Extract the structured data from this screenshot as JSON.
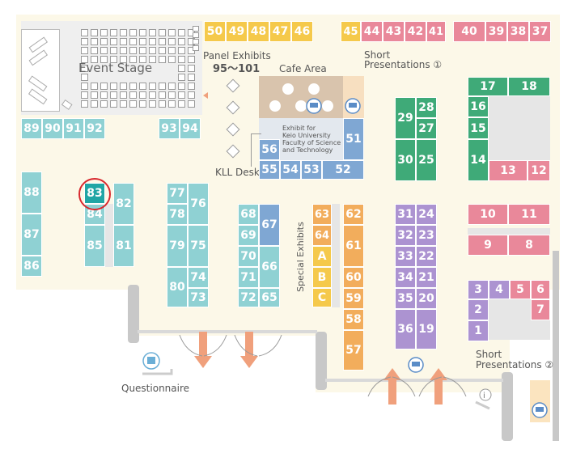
{
  "colors": {
    "yellow": "#f5c94b",
    "pink": "#e9889a",
    "teal": "#8fd1d3",
    "green": "#3faa78",
    "purple": "#ac93d1",
    "orange": "#f2ad5c",
    "blue": "#7fa7d3",
    "highlight": "#20a5a5",
    "ring": "#d8282e",
    "arrow": "#f0a07c"
  },
  "labels": {
    "event_stage": "Event Stage",
    "panel_exhibits": "Panel Exhibits",
    "panel_range": "95～101",
    "cafe_area": "Cafe Area",
    "short_presentations_1_line1": "Short",
    "short_presentations_1_line2": "Presentations ①",
    "short_presentations_2_line1": "Short",
    "short_presentations_2_line2": "Presentations ②",
    "kll_desk": "KLL Desk",
    "exhibit_keio_1": "Exhibit for",
    "exhibit_keio_2": "Keio University",
    "exhibit_keio_3": "Faculty of Science",
    "exhibit_keio_4": "and Technology",
    "special_exhibits": "Special Exhibits",
    "questionnaire": "Questionnaire"
  },
  "highlighted_booth": "83",
  "booths": [
    {
      "id": "50",
      "color": "yellow"
    },
    {
      "id": "49",
      "color": "yellow"
    },
    {
      "id": "48",
      "color": "yellow"
    },
    {
      "id": "47",
      "color": "yellow"
    },
    {
      "id": "46",
      "color": "yellow"
    },
    {
      "id": "45",
      "color": "yellow"
    },
    {
      "id": "44",
      "color": "pink"
    },
    {
      "id": "43",
      "color": "pink"
    },
    {
      "id": "42",
      "color": "pink"
    },
    {
      "id": "41",
      "color": "pink"
    },
    {
      "id": "40",
      "color": "pink"
    },
    {
      "id": "39",
      "color": "pink"
    },
    {
      "id": "38",
      "color": "pink"
    },
    {
      "id": "37",
      "color": "pink"
    },
    {
      "id": "89",
      "color": "teal"
    },
    {
      "id": "90",
      "color": "teal"
    },
    {
      "id": "91",
      "color": "teal"
    },
    {
      "id": "92",
      "color": "teal"
    },
    {
      "id": "93",
      "color": "teal"
    },
    {
      "id": "94",
      "color": "teal"
    },
    {
      "id": "17",
      "color": "green"
    },
    {
      "id": "18",
      "color": "green"
    },
    {
      "id": "16",
      "color": "green"
    },
    {
      "id": "15",
      "color": "green"
    },
    {
      "id": "14",
      "color": "green"
    },
    {
      "id": "13",
      "color": "pink"
    },
    {
      "id": "12",
      "color": "pink"
    },
    {
      "id": "29",
      "color": "green"
    },
    {
      "id": "28",
      "color": "green"
    },
    {
      "id": "27",
      "color": "green"
    },
    {
      "id": "30",
      "color": "green"
    },
    {
      "id": "25",
      "color": "green"
    },
    {
      "id": "51",
      "color": "blue"
    },
    {
      "id": "56",
      "color": "blue"
    },
    {
      "id": "55",
      "color": "blue"
    },
    {
      "id": "54",
      "color": "blue"
    },
    {
      "id": "53",
      "color": "blue"
    },
    {
      "id": "52",
      "color": "blue"
    },
    {
      "id": "88",
      "color": "teal"
    },
    {
      "id": "87",
      "color": "teal"
    },
    {
      "id": "86",
      "color": "teal"
    },
    {
      "id": "83",
      "color": "highlight"
    },
    {
      "id": "84",
      "color": "teal"
    },
    {
      "id": "85",
      "color": "teal"
    },
    {
      "id": "82",
      "color": "teal"
    },
    {
      "id": "81",
      "color": "teal"
    },
    {
      "id": "77",
      "color": "teal"
    },
    {
      "id": "78",
      "color": "teal"
    },
    {
      "id": "76",
      "color": "teal"
    },
    {
      "id": "79",
      "color": "teal"
    },
    {
      "id": "75",
      "color": "teal"
    },
    {
      "id": "80",
      "color": "teal"
    },
    {
      "id": "74",
      "color": "teal"
    },
    {
      "id": "73",
      "color": "teal"
    },
    {
      "id": "68",
      "color": "teal"
    },
    {
      "id": "69",
      "color": "teal"
    },
    {
      "id": "67",
      "color": "blue"
    },
    {
      "id": "70",
      "color": "teal"
    },
    {
      "id": "71",
      "color": "teal"
    },
    {
      "id": "66",
      "color": "teal"
    },
    {
      "id": "72",
      "color": "teal"
    },
    {
      "id": "65",
      "color": "teal"
    },
    {
      "id": "63",
      "color": "orange"
    },
    {
      "id": "64",
      "color": "orange"
    },
    {
      "id": "A",
      "color": "yellow"
    },
    {
      "id": "B",
      "color": "yellow"
    },
    {
      "id": "C",
      "color": "yellow"
    },
    {
      "id": "62",
      "color": "orange"
    },
    {
      "id": "61",
      "color": "orange"
    },
    {
      "id": "60",
      "color": "orange"
    },
    {
      "id": "59",
      "color": "orange"
    },
    {
      "id": "58",
      "color": "orange"
    },
    {
      "id": "57",
      "color": "orange"
    },
    {
      "id": "31",
      "color": "purple"
    },
    {
      "id": "24",
      "color": "purple"
    },
    {
      "id": "32",
      "color": "purple"
    },
    {
      "id": "23",
      "color": "purple"
    },
    {
      "id": "33",
      "color": "purple"
    },
    {
      "id": "22",
      "color": "purple"
    },
    {
      "id": "34",
      "color": "purple"
    },
    {
      "id": "21",
      "color": "purple"
    },
    {
      "id": "35",
      "color": "purple"
    },
    {
      "id": "20",
      "color": "purple"
    },
    {
      "id": "36",
      "color": "purple"
    },
    {
      "id": "19",
      "color": "purple"
    },
    {
      "id": "10",
      "color": "pink"
    },
    {
      "id": "11",
      "color": "pink"
    },
    {
      "id": "9",
      "color": "pink"
    },
    {
      "id": "8",
      "color": "pink"
    },
    {
      "id": "3",
      "color": "purple"
    },
    {
      "id": "4",
      "color": "purple"
    },
    {
      "id": "5",
      "color": "pink"
    },
    {
      "id": "6",
      "color": "pink"
    },
    {
      "id": "2",
      "color": "purple"
    },
    {
      "id": "7",
      "color": "pink"
    },
    {
      "id": "1",
      "color": "purple"
    }
  ]
}
